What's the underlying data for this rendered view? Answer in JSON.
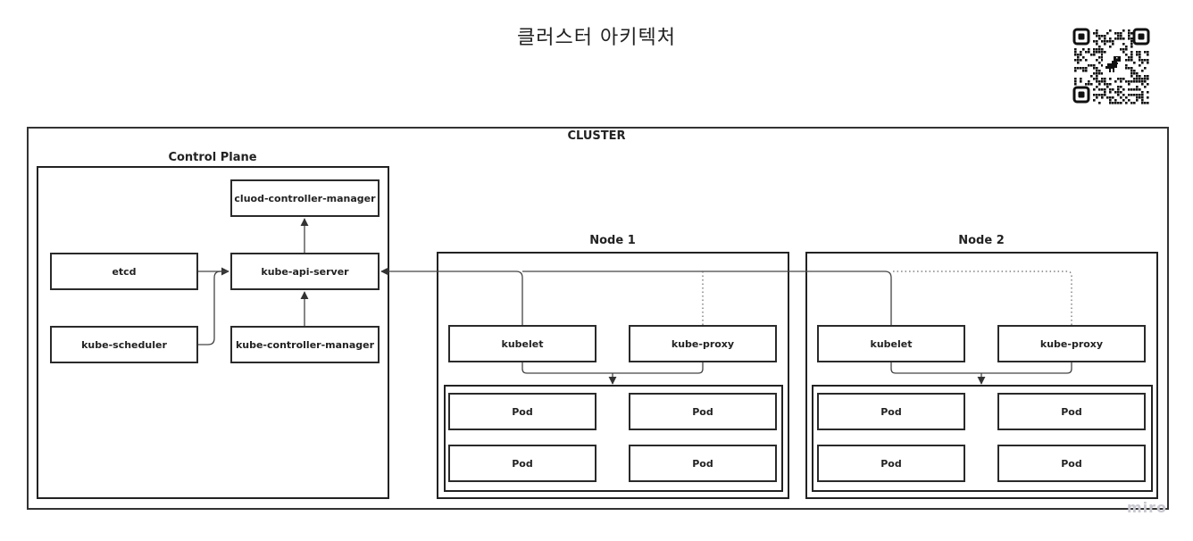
{
  "title": "클러스터 아키텍처",
  "qr_code": {
    "icon": "qr-code-with-dinosaur-icon"
  },
  "watermark": "miro",
  "cluster": {
    "label": "CLUSTER",
    "control_plane": {
      "label": "Control Plane",
      "components": {
        "cloud_controller_manager": "cluod-controller-manager",
        "etcd": "etcd",
        "kube_api_server": "kube-api-server",
        "kube_scheduler": "kube-scheduler",
        "kube_controller_manager": "kube-controller-manager"
      }
    },
    "nodes": [
      {
        "label": "Node 1",
        "kubelet": "kubelet",
        "kube_proxy": "kube-proxy",
        "pods": [
          "Pod",
          "Pod",
          "Pod",
          "Pod"
        ]
      },
      {
        "label": "Node 2",
        "kubelet": "kubelet",
        "kube_proxy": "kube-proxy",
        "pods": [
          "Pod",
          "Pod",
          "Pod",
          "Pod"
        ]
      }
    ]
  },
  "connections": [
    {
      "from": "etcd",
      "to": "kube-api-server",
      "style": "solid"
    },
    {
      "from": "kube-scheduler",
      "to": "kube-api-server",
      "style": "solid"
    },
    {
      "from": "kube-controller-manager",
      "to": "kube-api-server",
      "style": "solid"
    },
    {
      "from": "kube-api-server",
      "to": "cluod-controller-manager",
      "style": "solid"
    },
    {
      "from": "Node 1 kubelet",
      "to": "kube-api-server",
      "style": "solid"
    },
    {
      "from": "Node 1 kube-proxy",
      "to": "kube-api-server",
      "style": "dotted"
    },
    {
      "from": "Node 2 kubelet",
      "to": "kube-api-server",
      "style": "solid"
    },
    {
      "from": "Node 2 kube-proxy",
      "to": "kube-api-server",
      "style": "dotted"
    },
    {
      "from": "Node 1 kubelet + kube-proxy",
      "to": "Node 1 pods",
      "style": "solid"
    },
    {
      "from": "Node 2 kubelet + kube-proxy",
      "to": "Node 2 pods",
      "style": "solid"
    }
  ]
}
